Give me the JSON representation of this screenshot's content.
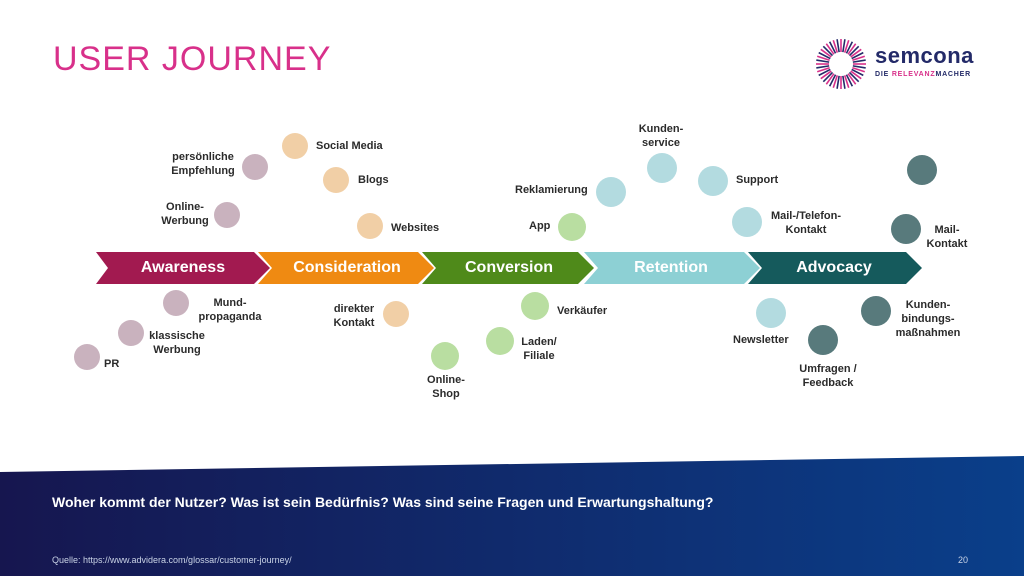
{
  "slide": {
    "title": "USER JOURNEY",
    "question": "Woher kommt der Nutzer? Was ist sein Bedürfnis? Was sind seine Fragen und Erwartungshaltung?",
    "source": "Quelle: https://www.advidera.com/glossar/customer-journey/",
    "page_number": "20"
  },
  "logo": {
    "word": "semcona",
    "sub_prefix": "DIE ",
    "sub_accent": "RELEVANZ",
    "sub_suffix": "MACHER",
    "colors": [
      "#d8308a",
      "#232a68"
    ]
  },
  "stages": [
    {
      "label": "Awareness",
      "color": "#a21a50"
    },
    {
      "label": "Consideration",
      "color": "#ef8a12"
    },
    {
      "label": "Conversion",
      "color": "#4f8a1a"
    },
    {
      "label": "Retention",
      "color": "#8dd0d4"
    },
    {
      "label": "Advocacy",
      "color": "#155a5c"
    }
  ],
  "touchpoints": {
    "awareness": [
      "persönliche Empfehlung",
      "Online-Werbung",
      "Mund-propaganda",
      "klassische Werbung",
      "PR"
    ],
    "consideration": [
      "Social Media",
      "Blogs",
      "Websites",
      "direkter Kontakt"
    ],
    "conversion": [
      "App",
      "Verkäufer",
      "Laden/ Filiale",
      "Online-Shop"
    ],
    "retention": [
      "Kunden-service",
      "Reklamierung",
      "Support",
      "Mail-/Telefon-Kontakt",
      "Newsletter"
    ],
    "advocacy": [
      "Mail-Kontakt",
      "Kunden-bindungs-maßnahmen",
      "Umfragen / Feedback"
    ]
  },
  "labels": {
    "persoenliche_empfehlung": [
      "persönliche",
      "Empfehlung"
    ],
    "online_werbung": [
      "Online-",
      "Werbung"
    ],
    "mundpropaganda": [
      "Mund-",
      "propaganda"
    ],
    "klassische_werbung": [
      "klassische",
      "Werbung"
    ],
    "pr": "PR",
    "social_media": "Social Media",
    "blogs": "Blogs",
    "websites": "Websites",
    "direkter_kontakt": [
      "direkter",
      "Kontakt"
    ],
    "app": "App",
    "verkaeufer": "Verkäufer",
    "laden_filiale": [
      "Laden/",
      "Filiale"
    ],
    "online_shop": [
      "Online-",
      "Shop"
    ],
    "kundenservice": [
      "Kunden-",
      "service"
    ],
    "reklamierung": "Reklamierung",
    "support": "Support",
    "mail_telefon_kontakt": [
      "Mail-/Telefon-",
      "Kontakt"
    ],
    "newsletter": "Newsletter",
    "mail_kontakt": [
      "Mail-",
      "Kontakt"
    ],
    "kundenbindung": [
      "Kunden-",
      "bindungs-",
      "maßnahmen"
    ],
    "umfragen_feedback": [
      "Umfragen /",
      "Feedback"
    ]
  },
  "dot_colors": {
    "awareness": "#c9b2be",
    "consideration": "#f1cfa6",
    "conversion": "#b9dea1",
    "retention": "#b3dbe0",
    "advocacy": "#587a7c"
  }
}
